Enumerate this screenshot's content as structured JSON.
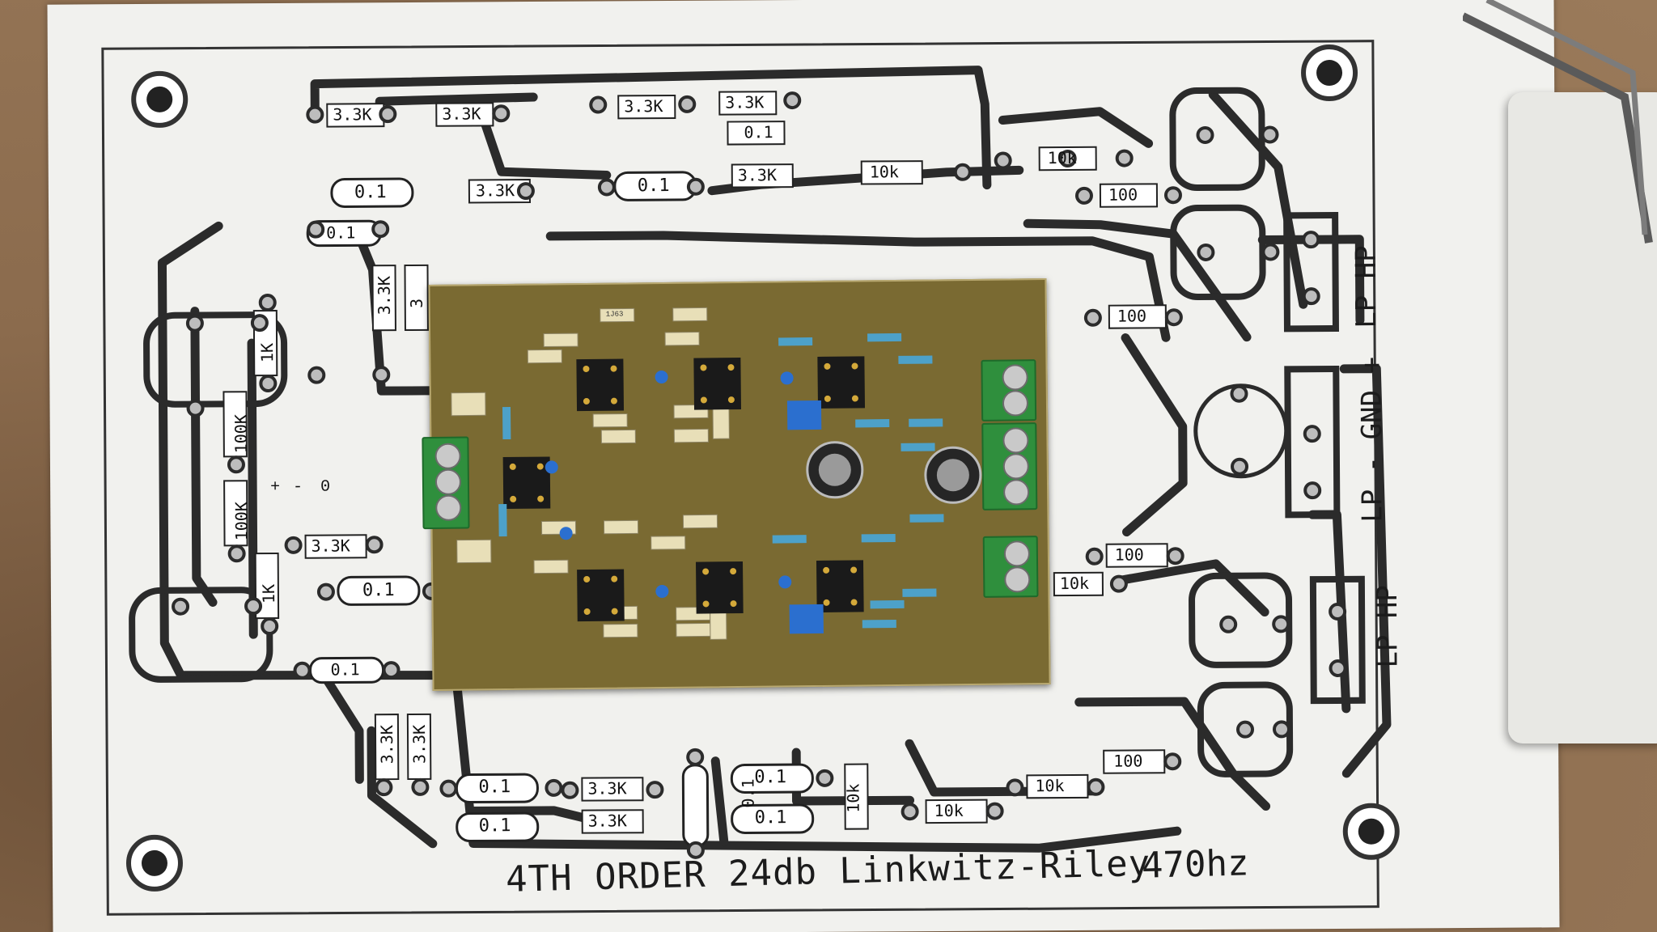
{
  "photo": {
    "title_text": "4TH ORDER 24db Linkwitz-Riley",
    "frequency_text": "470hz",
    "side_labels": {
      "top_right": "LP  HP",
      "middle_right": "LP - GND +",
      "bottom_right": "LP  HP"
    },
    "component_labels": [
      "3.3K",
      "3.3K",
      "3.3K",
      "3.3K",
      "0.1",
      "0.1",
      "0.1",
      "3.3K",
      "0.1",
      "3.3K",
      "10k",
      "10k",
      "100",
      "0.1",
      "3.3K",
      "3",
      "1K",
      "100K",
      "100K",
      "1K",
      "3.3K",
      "0.1",
      "0.1",
      "3.3K",
      "3.3K",
      "0.1",
      "3.3K",
      "0.1",
      "3.3K",
      "0.1",
      "0.1",
      "10k",
      "10k",
      "100",
      "10k",
      "100",
      "100",
      "10k"
    ],
    "misc_text": [
      "+",
      "-",
      "0",
      "1J63"
    ]
  },
  "colors": {
    "paper": "#f1f1ee",
    "trace": "#2a2a2a",
    "pcb": "#7a6a32",
    "terminal": "#2f8f3d",
    "desk": "#8a6a4c"
  }
}
